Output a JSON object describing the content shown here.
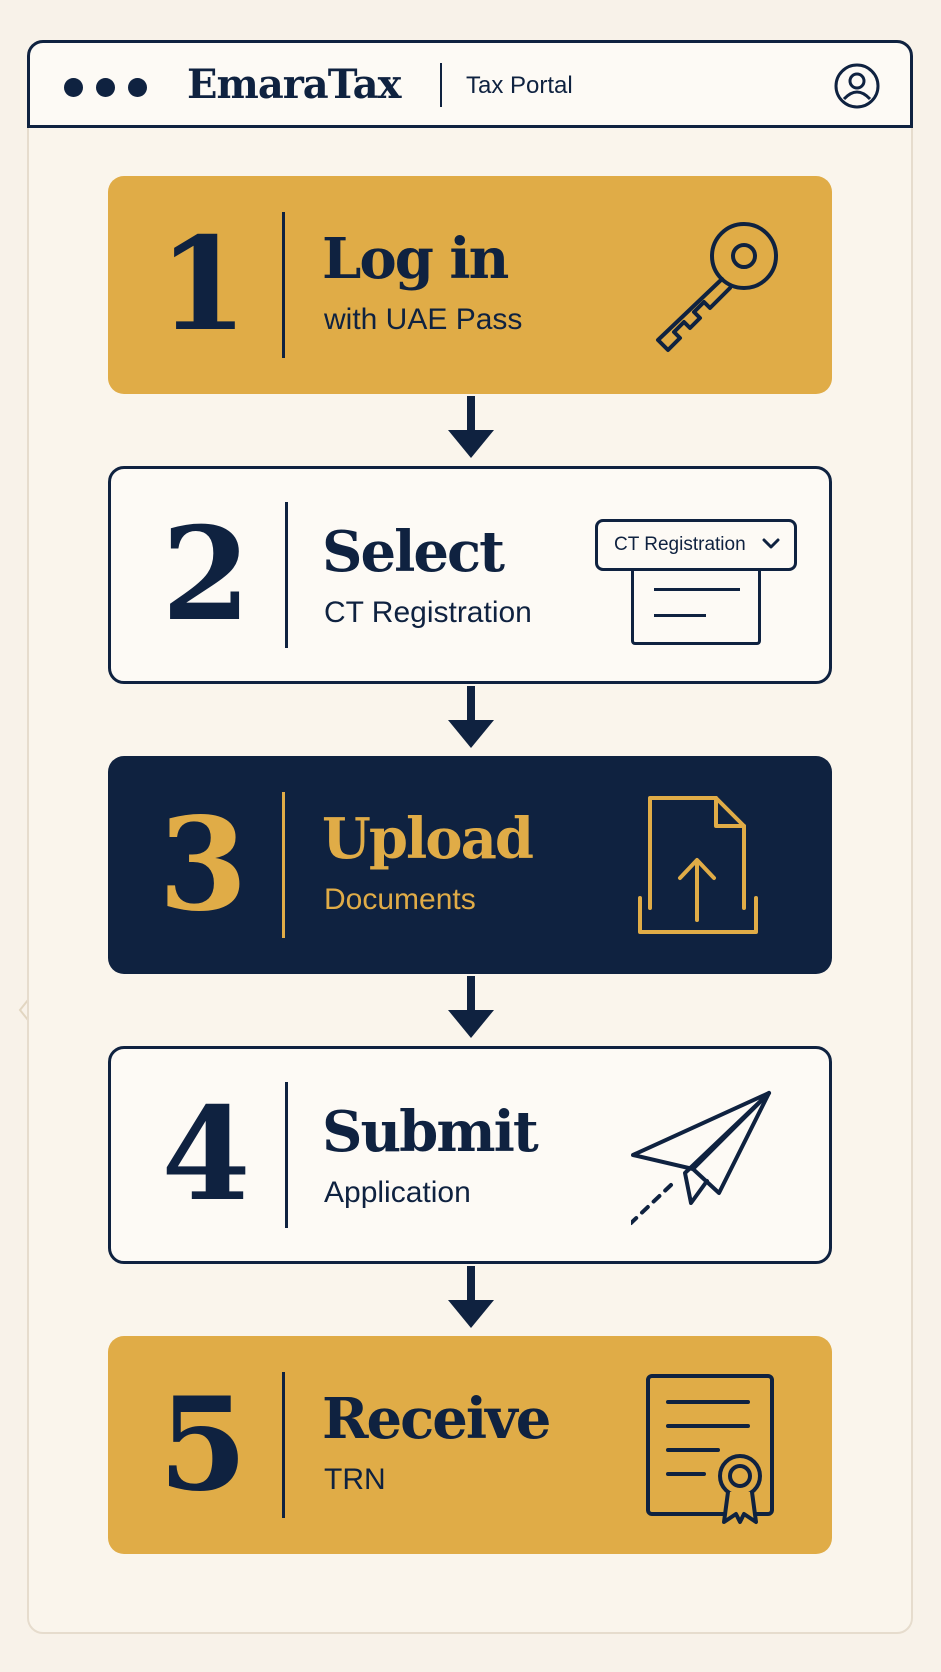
{
  "app": {
    "brand": "EmaraTax",
    "subtitle": "Tax Portal"
  },
  "steps": [
    {
      "number": "1",
      "title": "Log in",
      "desc": "with UAE Pass",
      "icon": "key-icon",
      "theme": "gold"
    },
    {
      "number": "2",
      "title": "Select",
      "desc": "CT Registration",
      "icon": "dropdown-icon",
      "dropdown_value": "CT Registration",
      "theme": "light"
    },
    {
      "number": "3",
      "title": "Upload",
      "desc": "Documents",
      "icon": "upload-document-icon",
      "theme": "dark"
    },
    {
      "number": "4",
      "title": "Submit",
      "desc": "Application",
      "icon": "paper-plane-icon",
      "theme": "light"
    },
    {
      "number": "5",
      "title": "Receive",
      "desc": "TRN",
      "icon": "certificate-icon",
      "theme": "gold"
    }
  ],
  "colors": {
    "navy": "#0f2240",
    "gold": "#e0ac47",
    "background": "#f8f2e9"
  }
}
